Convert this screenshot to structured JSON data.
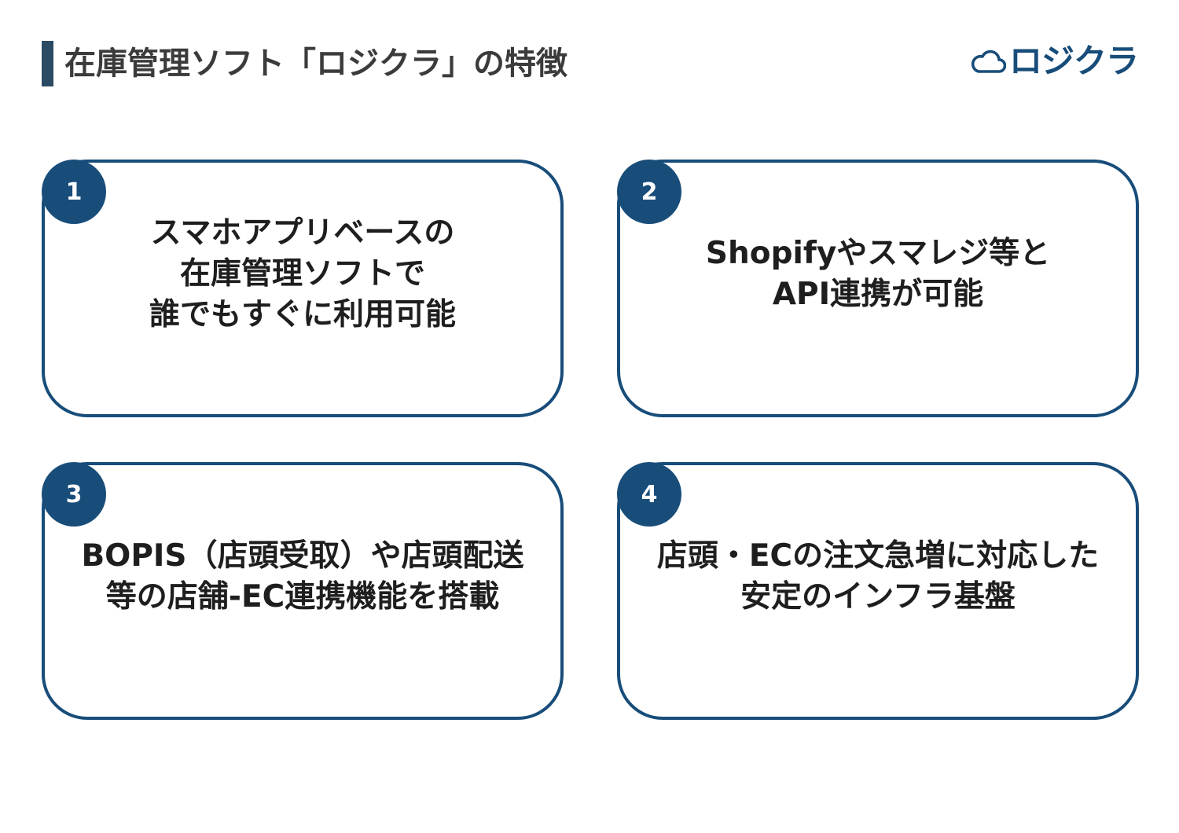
{
  "header": {
    "title": "在庫管理ソフト「ロジクラ」の特徴",
    "logo_text": "ロジクラ",
    "logo_icon": "cloud-icon"
  },
  "features": [
    {
      "number": "1",
      "text": "スマホアプリベースの\n在庫管理ソフトで\n誰でもすぐに利用可能"
    },
    {
      "number": "2",
      "text": "Shopifyやスマレジ等と\nAPI連携が可能"
    },
    {
      "number": "3",
      "text": "BOPIS（店頭受取）や店頭配送\n等の店舗-EC連携機能を搭載"
    },
    {
      "number": "4",
      "text": "店頭・ECの注文急増に対応した\n安定のインフラ基盤"
    }
  ],
  "colors": {
    "accent": "#184d7a",
    "title_bar": "#2b4a63",
    "title_text": "#3b3b3b",
    "body_text": "#1e1e1e"
  }
}
